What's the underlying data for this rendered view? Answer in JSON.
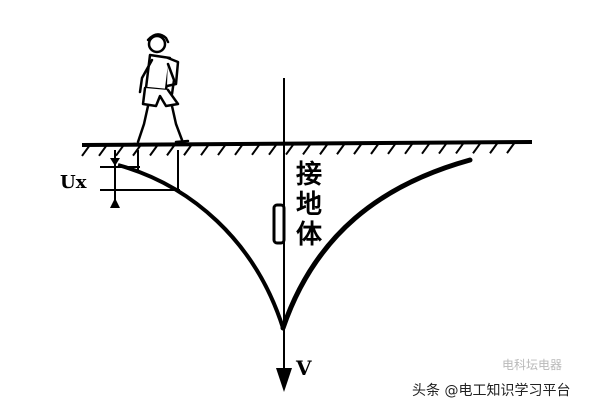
{
  "labels": {
    "ux": "Ux",
    "v": "V",
    "ground_body": [
      "接",
      "地",
      "体"
    ]
  },
  "watermark": {
    "text": "头条 @电工知识学习平台",
    "logo_text": "电科坛电器"
  },
  "colors": {
    "ink": "#000000",
    "background": "#ffffff"
  },
  "icons": {
    "person": "walking-person-icon",
    "electrode": "ground-electrode-icon"
  }
}
